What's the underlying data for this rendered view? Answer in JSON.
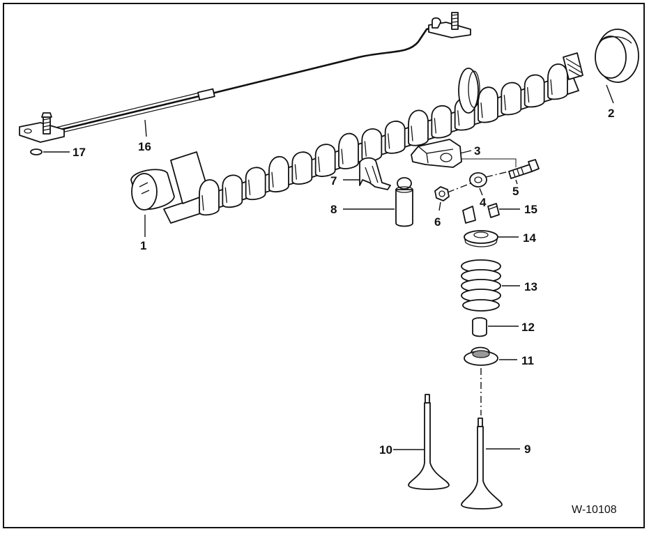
{
  "diagram": {
    "reference_code": "W-10108",
    "callouts": [
      {
        "id": "1",
        "text": "1"
      },
      {
        "id": "2",
        "text": "2"
      },
      {
        "id": "3",
        "text": "3"
      },
      {
        "id": "4",
        "text": "4"
      },
      {
        "id": "5",
        "text": "5"
      },
      {
        "id": "6",
        "text": "6"
      },
      {
        "id": "7",
        "text": "7"
      },
      {
        "id": "8",
        "text": "8"
      },
      {
        "id": "9",
        "text": "9"
      },
      {
        "id": "10",
        "text": "10"
      },
      {
        "id": "11",
        "text": "11"
      },
      {
        "id": "12",
        "text": "12"
      },
      {
        "id": "13",
        "text": "13"
      },
      {
        "id": "14",
        "text": "14"
      },
      {
        "id": "15",
        "text": "15"
      },
      {
        "id": "16",
        "text": "16"
      },
      {
        "id": "17",
        "text": "17"
      }
    ]
  }
}
